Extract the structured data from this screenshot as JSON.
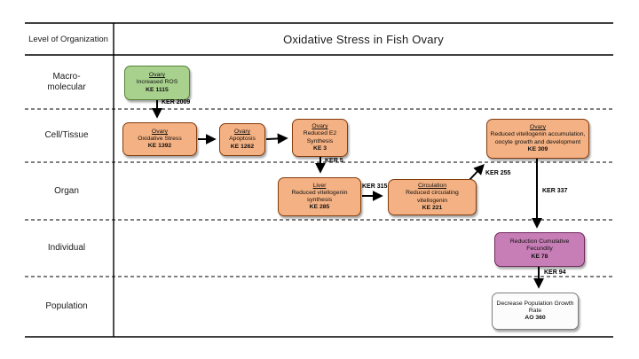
{
  "header": {
    "row_column_label": "Level of Organization",
    "title": "Oxidative Stress in Fish Ovary"
  },
  "levels": [
    {
      "label": "Macro-molecular"
    },
    {
      "label": "Cell/Tissue"
    },
    {
      "label": "Organ"
    },
    {
      "label": "Individual"
    },
    {
      "label": "Population"
    }
  ],
  "nodes": [
    {
      "id": "KE 1115",
      "site": "Ovary",
      "event": "Increased ROS",
      "fill": "#A9D18E",
      "border": "#538135"
    },
    {
      "id": "KE 1392",
      "site": "Ovary",
      "event": "Oxidative Stress",
      "fill": "#F4B183",
      "border": "#843C0C"
    },
    {
      "id": "KE 1262",
      "site": "Ovary",
      "event": "Apoptosis",
      "fill": "#F4B183",
      "border": "#843C0C"
    },
    {
      "id": "KE 3",
      "site": "Ovary",
      "event": "Reduced E2 Synthesis",
      "fill": "#F4B183",
      "border": "#843C0C"
    },
    {
      "id": "KE 309",
      "site": "Ovary",
      "event": "Reduced vitellogenin accumulation, oocyte growth and development",
      "fill": "#F4B183",
      "border": "#843C0C"
    },
    {
      "id": "KE 285",
      "site": "Liver",
      "event": "Reduced vitellogenin synthesis",
      "fill": "#F4B183",
      "border": "#843C0C"
    },
    {
      "id": "KE 221",
      "site": "Circulation",
      "event": "Reduced circulating vitellogenin",
      "fill": "#F4B183",
      "border": "#843C0C"
    },
    {
      "id": "KE 78",
      "event": "Reduction Cumulative Fecundity",
      "fill": "#C77DB6",
      "border": "#70295C"
    },
    {
      "id": "AO 360",
      "event": "Decrease Population Growth Rate",
      "fill": "#FCFCFC",
      "border": "#7F7F7F"
    }
  ],
  "edges": [
    {
      "label": "KER 2009"
    },
    {
      "label": "KER 5"
    },
    {
      "label": "KER 315"
    },
    {
      "label": "KER 255"
    },
    {
      "label": "KER 337"
    },
    {
      "label": "KER 94"
    }
  ]
}
